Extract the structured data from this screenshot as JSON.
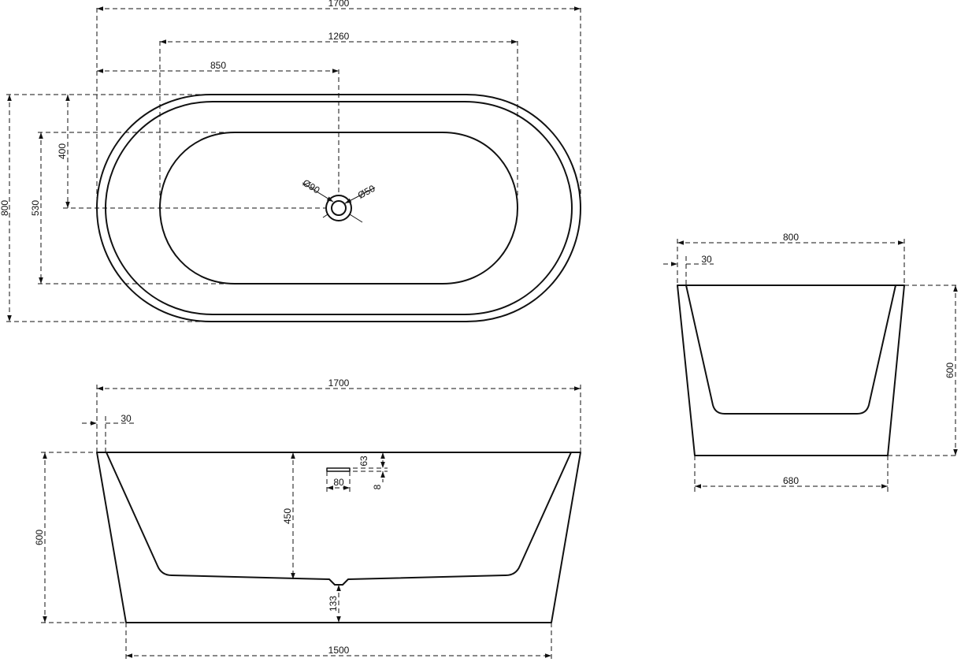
{
  "drawing": {
    "top_view": {
      "width_1700": "1700",
      "width_1260": "1260",
      "offset_850": "850",
      "height_400": "400",
      "height_530": "530",
      "height_800": "800",
      "drain_outer": "Ø90",
      "drain_inner": "Ø50"
    },
    "side_view": {
      "width_1700": "1700",
      "rim_30": "30",
      "height_600": "600",
      "depth_450": "450",
      "overflow_63": "63",
      "overflow_80": "80",
      "overflow_8": "8",
      "base_133": "133",
      "base_1500": "1500"
    },
    "end_view": {
      "width_800": "800",
      "rim_30": "30",
      "height_600": "600",
      "base_680": "680"
    }
  }
}
